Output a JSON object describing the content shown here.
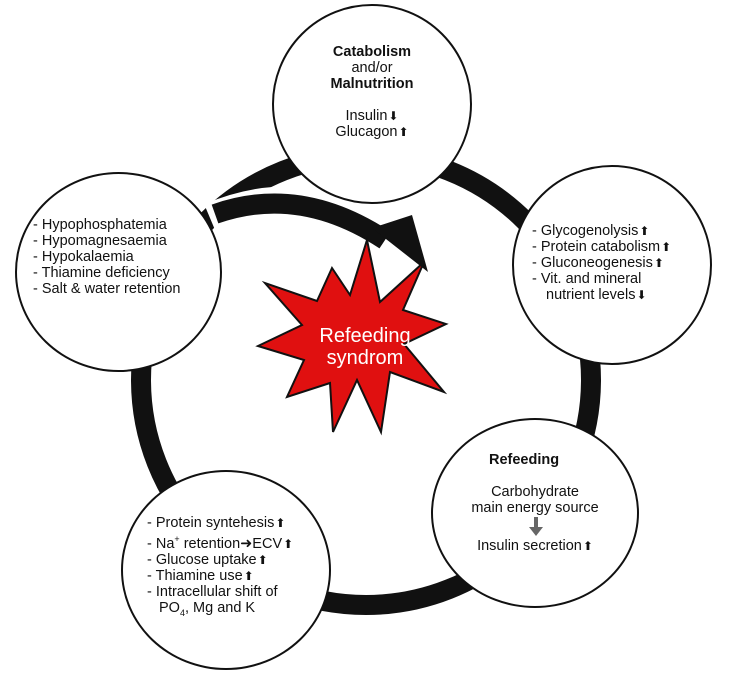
{
  "colors": {
    "ring": "#111111",
    "star_fill": "#e01010",
    "star_stroke": "#111111",
    "star_text": "#ffffff"
  },
  "center": {
    "line1": "Refeeding",
    "line2": "syndrom"
  },
  "top": {
    "title_line1": "Catabolism",
    "title_line2": "and/or",
    "title_line3": "Malnutrition",
    "item1": "Insulin",
    "item2": "Glucagon"
  },
  "right": {
    "item1": "- Glycogenolysis",
    "item2": "- Protein catabolism",
    "item3": "- Gluconeogenesis",
    "item4_line1": "- Vit. and mineral",
    "item4_line2": "nutrient levels"
  },
  "bottom_right": {
    "title": "Refeeding",
    "line1": "Carbohydrate",
    "line2": "main energy source",
    "line3": "Insulin secretion"
  },
  "bottom_left": {
    "item1": "- Protein syntehesis",
    "item2_pre": "- Na",
    "item2_sup": "+",
    "item2_mid": " retention",
    "item2_post": "ECV",
    "item3": "- Glucose uptake",
    "item4": "- Thiamine use",
    "item5": "- Intracellular shift of",
    "item6_pre": "PO",
    "item6_sub": "4",
    "item6_post": ", Mg and K"
  },
  "left": {
    "item1": "- Hypophosphatemia",
    "item2": "- Hypomagnesaemia",
    "item3": "- Hypokalaemia",
    "item4": "- Thiamine deficiency",
    "item5": "- Salt & water retention"
  }
}
